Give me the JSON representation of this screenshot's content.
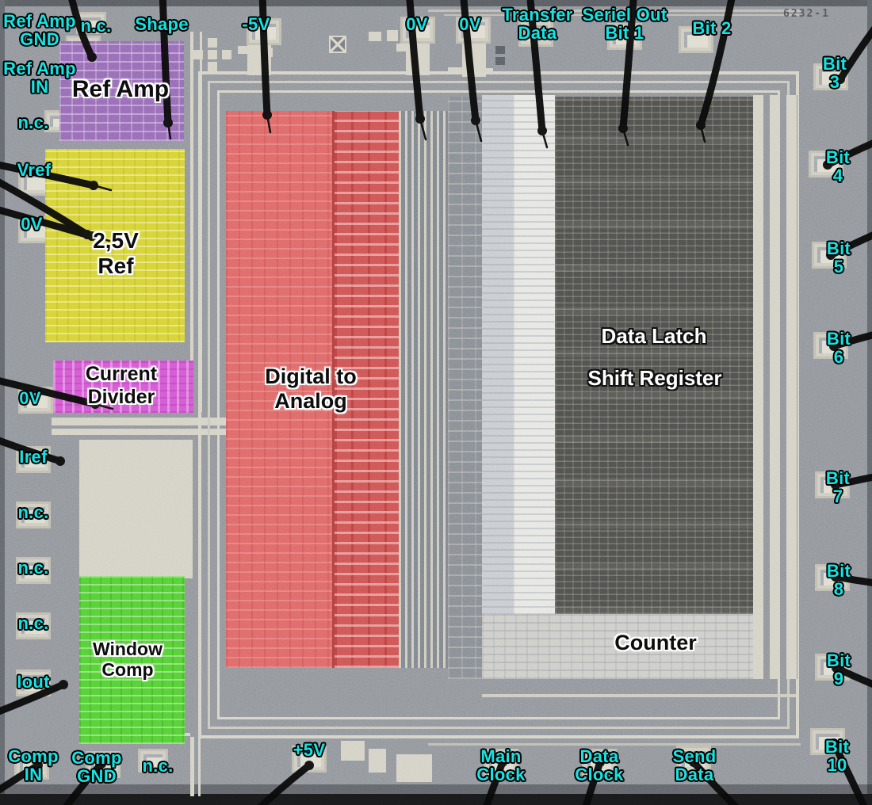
{
  "meta": {
    "chip_marking": "6232-1"
  },
  "colors": {
    "pin_label_cyan": "#14e4e4",
    "die_background": "#878c93",
    "trace_beige": "#d3d0c3",
    "block_ref_amp_purple": "#8b63ae",
    "block_2v5_ref_yellow": "#d2ce34",
    "block_current_divider_magenta": "#cf52cf",
    "block_window_comp_green": "#4fcb33",
    "block_dac_red": "#db6161",
    "block_data_latch_dark": "#4a4a48"
  },
  "blocks": {
    "ref_amp": {
      "label": "Ref Amp"
    },
    "ref_2v5": {
      "label": "2,5V\nRef"
    },
    "current_divider": {
      "label": "Current\nDivider"
    },
    "window_comp": {
      "label": "Window\nComp"
    },
    "dac": {
      "label": "Digital to\nAnalog"
    },
    "data_latch": {
      "label": "Data Latch"
    },
    "shift_register": {
      "label": "Shift Register"
    },
    "counter": {
      "label": "Counter"
    }
  },
  "pins": {
    "ref_amp_gnd": {
      "label": "Ref Amp\nGND"
    },
    "nc_top": {
      "label": "n.c."
    },
    "shape": {
      "label": "Shape"
    },
    "neg5v": {
      "label": "-5V"
    },
    "zero_v_top1": {
      "label": "0V"
    },
    "zero_v_top2": {
      "label": "0V"
    },
    "transfer_data": {
      "label": "Transfer\nData"
    },
    "seriel_out_bit1": {
      "label": "Seriel Out\nBit 1"
    },
    "bit2": {
      "label": "Bit 2"
    },
    "bit3": {
      "label": "Bit 3"
    },
    "bit4": {
      "label": "Bit 4"
    },
    "bit5": {
      "label": "Bit 5"
    },
    "bit6": {
      "label": "Bit 6"
    },
    "bit7": {
      "label": "Bit 7"
    },
    "bit8": {
      "label": "Bit 8"
    },
    "bit9": {
      "label": "Bit 9"
    },
    "bit10": {
      "label": "Bit 10"
    },
    "ref_amp_in": {
      "label": "Ref Amp\nIN"
    },
    "nc_left1": {
      "label": "n.c."
    },
    "vref": {
      "label": "Vref"
    },
    "zero_v_left1": {
      "label": "0V"
    },
    "zero_v_left2": {
      "label": "0V"
    },
    "iref": {
      "label": "Iref"
    },
    "nc_left2": {
      "label": "n.c."
    },
    "nc_left3": {
      "label": "n.c."
    },
    "nc_left4": {
      "label": "n.c."
    },
    "iout": {
      "label": "Iout"
    },
    "comp_in": {
      "label": "Comp\nIN"
    },
    "comp_gnd": {
      "label": "Comp\nGND"
    },
    "nc_bottom": {
      "label": "n.c."
    },
    "plus5v": {
      "label": "+5V"
    },
    "main_clock": {
      "label": "Main\nClock"
    },
    "data_clock": {
      "label": "Data\nClock"
    },
    "send_data": {
      "label": "Send\nData"
    }
  }
}
